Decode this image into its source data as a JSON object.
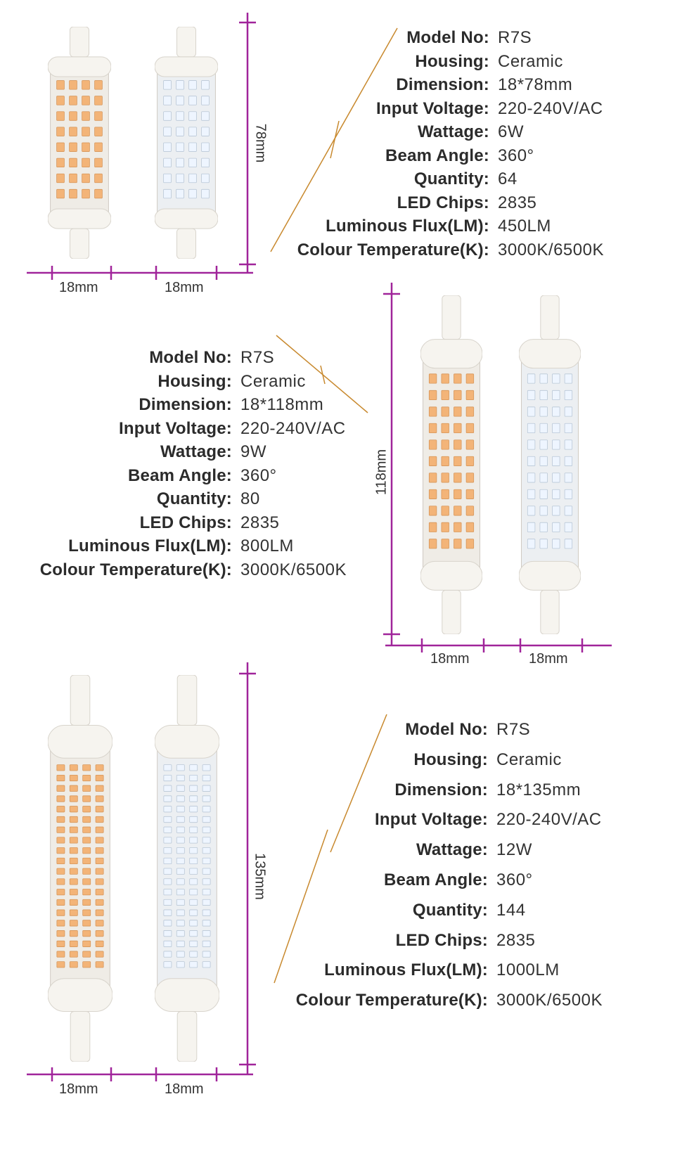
{
  "accent_color": "#a0249a",
  "line_color": "#c8892e",
  "warm_led_color": "#f3b478",
  "cool_led_color": "#eef5ff",
  "products": [
    {
      "specs": [
        {
          "label": "Model No:",
          "value": "R7S"
        },
        {
          "label": "Housing:",
          "value": "Ceramic"
        },
        {
          "label": "Dimension:",
          "value": "18*78mm"
        },
        {
          "label": "Input Voltage:",
          "value": "220-240V/AC"
        },
        {
          "label": "Wattage:",
          "value": "6W"
        },
        {
          "label": "Beam Angle:",
          "value": "360°"
        },
        {
          "label": "Quantity:",
          "value": "64"
        },
        {
          "label": "LED Chips:",
          "value": "2835"
        },
        {
          "label": "Luminous Flux(LM):",
          "value": "450LM"
        },
        {
          "label": "Colour Temperature(K):",
          "value": "3000K/6500K"
        }
      ],
      "length_label": "78mm",
      "width_labels": [
        "18mm",
        "18mm"
      ]
    },
    {
      "specs": [
        {
          "label": "Model No:",
          "value": "R7S"
        },
        {
          "label": "Housing:",
          "value": "Ceramic"
        },
        {
          "label": "Dimension:",
          "value": "18*118mm"
        },
        {
          "label": "Input Voltage:",
          "value": "220-240V/AC"
        },
        {
          "label": "Wattage:",
          "value": "9W"
        },
        {
          "label": "Beam Angle:",
          "value": "360°"
        },
        {
          "label": "Quantity:",
          "value": "80"
        },
        {
          "label": "LED Chips:",
          "value": "2835"
        },
        {
          "label": "Luminous Flux(LM):",
          "value": "800LM"
        },
        {
          "label": "Colour Temperature(K):",
          "value": "3000K/6500K"
        }
      ],
      "length_label": "118mm",
      "width_labels": [
        "18mm",
        "18mm"
      ]
    },
    {
      "specs": [
        {
          "label": "Model No:",
          "value": "R7S"
        },
        {
          "label": "Housing:",
          "value": "Ceramic"
        },
        {
          "label": "Dimension:",
          "value": "18*135mm"
        },
        {
          "label": "Input Voltage:",
          "value": "220-240V/AC"
        },
        {
          "label": "Wattage:",
          "value": "12W"
        },
        {
          "label": "Beam Angle:",
          "value": "360°"
        },
        {
          "label": "Quantity:",
          "value": "144"
        },
        {
          "label": "LED Chips:",
          "value": "2835"
        },
        {
          "label": "Luminous Flux(LM):",
          "value": "1000LM"
        },
        {
          "label": "Colour Temperature(K):",
          "value": "3000K/6500K"
        }
      ],
      "length_label": "135mm",
      "width_labels": [
        "18mm",
        "18mm"
      ]
    }
  ]
}
